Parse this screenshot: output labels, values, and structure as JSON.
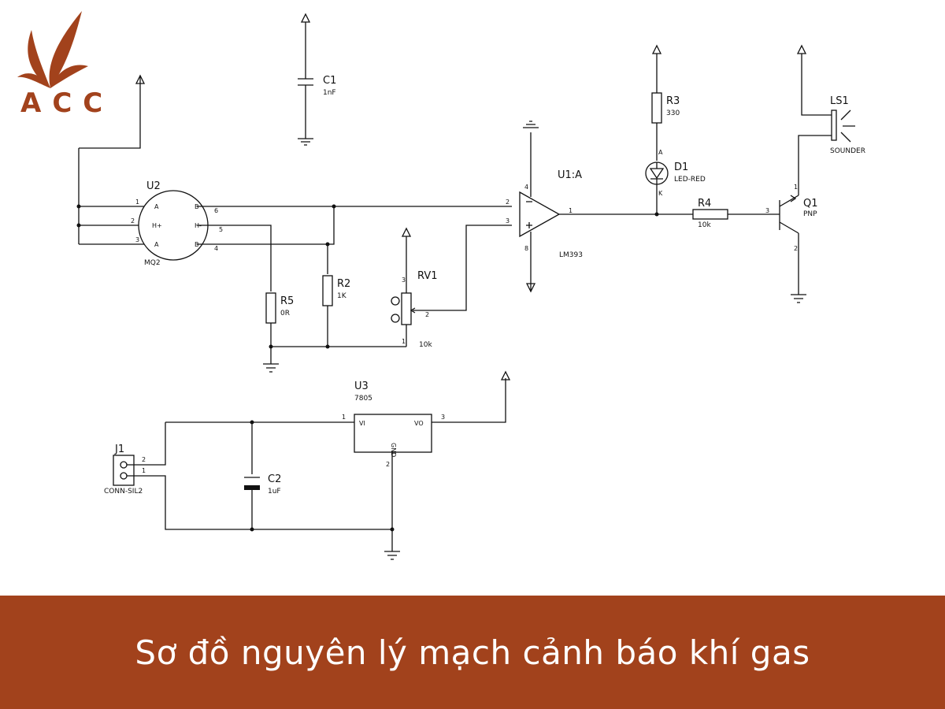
{
  "logo": {
    "text": "ACC",
    "color": "#a2421c"
  },
  "caption": {
    "text": "Sơ đồ nguyên lý mạch cảnh báo khí gas",
    "background": "#a2421c"
  },
  "components": {
    "c1": {
      "ref": "C1",
      "value": "1nF"
    },
    "u2": {
      "ref": "U2",
      "value": "MQ2",
      "pin_a": "A",
      "pin_hp": "H+",
      "pin_b": "B",
      "pin_hm": "H-",
      "pins": [
        "1",
        "2",
        "3",
        "6",
        "5",
        "4"
      ]
    },
    "r5": {
      "ref": "R5",
      "value": "0R"
    },
    "r2": {
      "ref": "R2",
      "value": "1K"
    },
    "rv1": {
      "ref": "RV1",
      "value": "10k",
      "pins": [
        "3",
        "2",
        "1"
      ]
    },
    "u1": {
      "ref": "U1:A",
      "value": "LM393",
      "pins": [
        "2",
        "3",
        "1",
        "4",
        "8"
      ]
    },
    "r3": {
      "ref": "R3",
      "value": "330"
    },
    "d1": {
      "ref": "D1",
      "value": "LED-RED",
      "anode": "A",
      "cathode": "K"
    },
    "r4": {
      "ref": "R4",
      "value": "10k"
    },
    "q1": {
      "ref": "Q1",
      "value": "PNP",
      "pins": [
        "1",
        "3",
        "2"
      ]
    },
    "ls1": {
      "ref": "LS1",
      "value": "SOUNDER"
    },
    "u3": {
      "ref": "U3",
      "value": "7805",
      "vi": "VI",
      "vo": "VO",
      "gnd": "GND",
      "pins": [
        "1",
        "3",
        "2"
      ]
    },
    "j1": {
      "ref": "J1",
      "value": "CONN-SIL2",
      "pins": [
        "2",
        "1"
      ]
    },
    "c2": {
      "ref": "C2",
      "value": "1uF"
    }
  }
}
